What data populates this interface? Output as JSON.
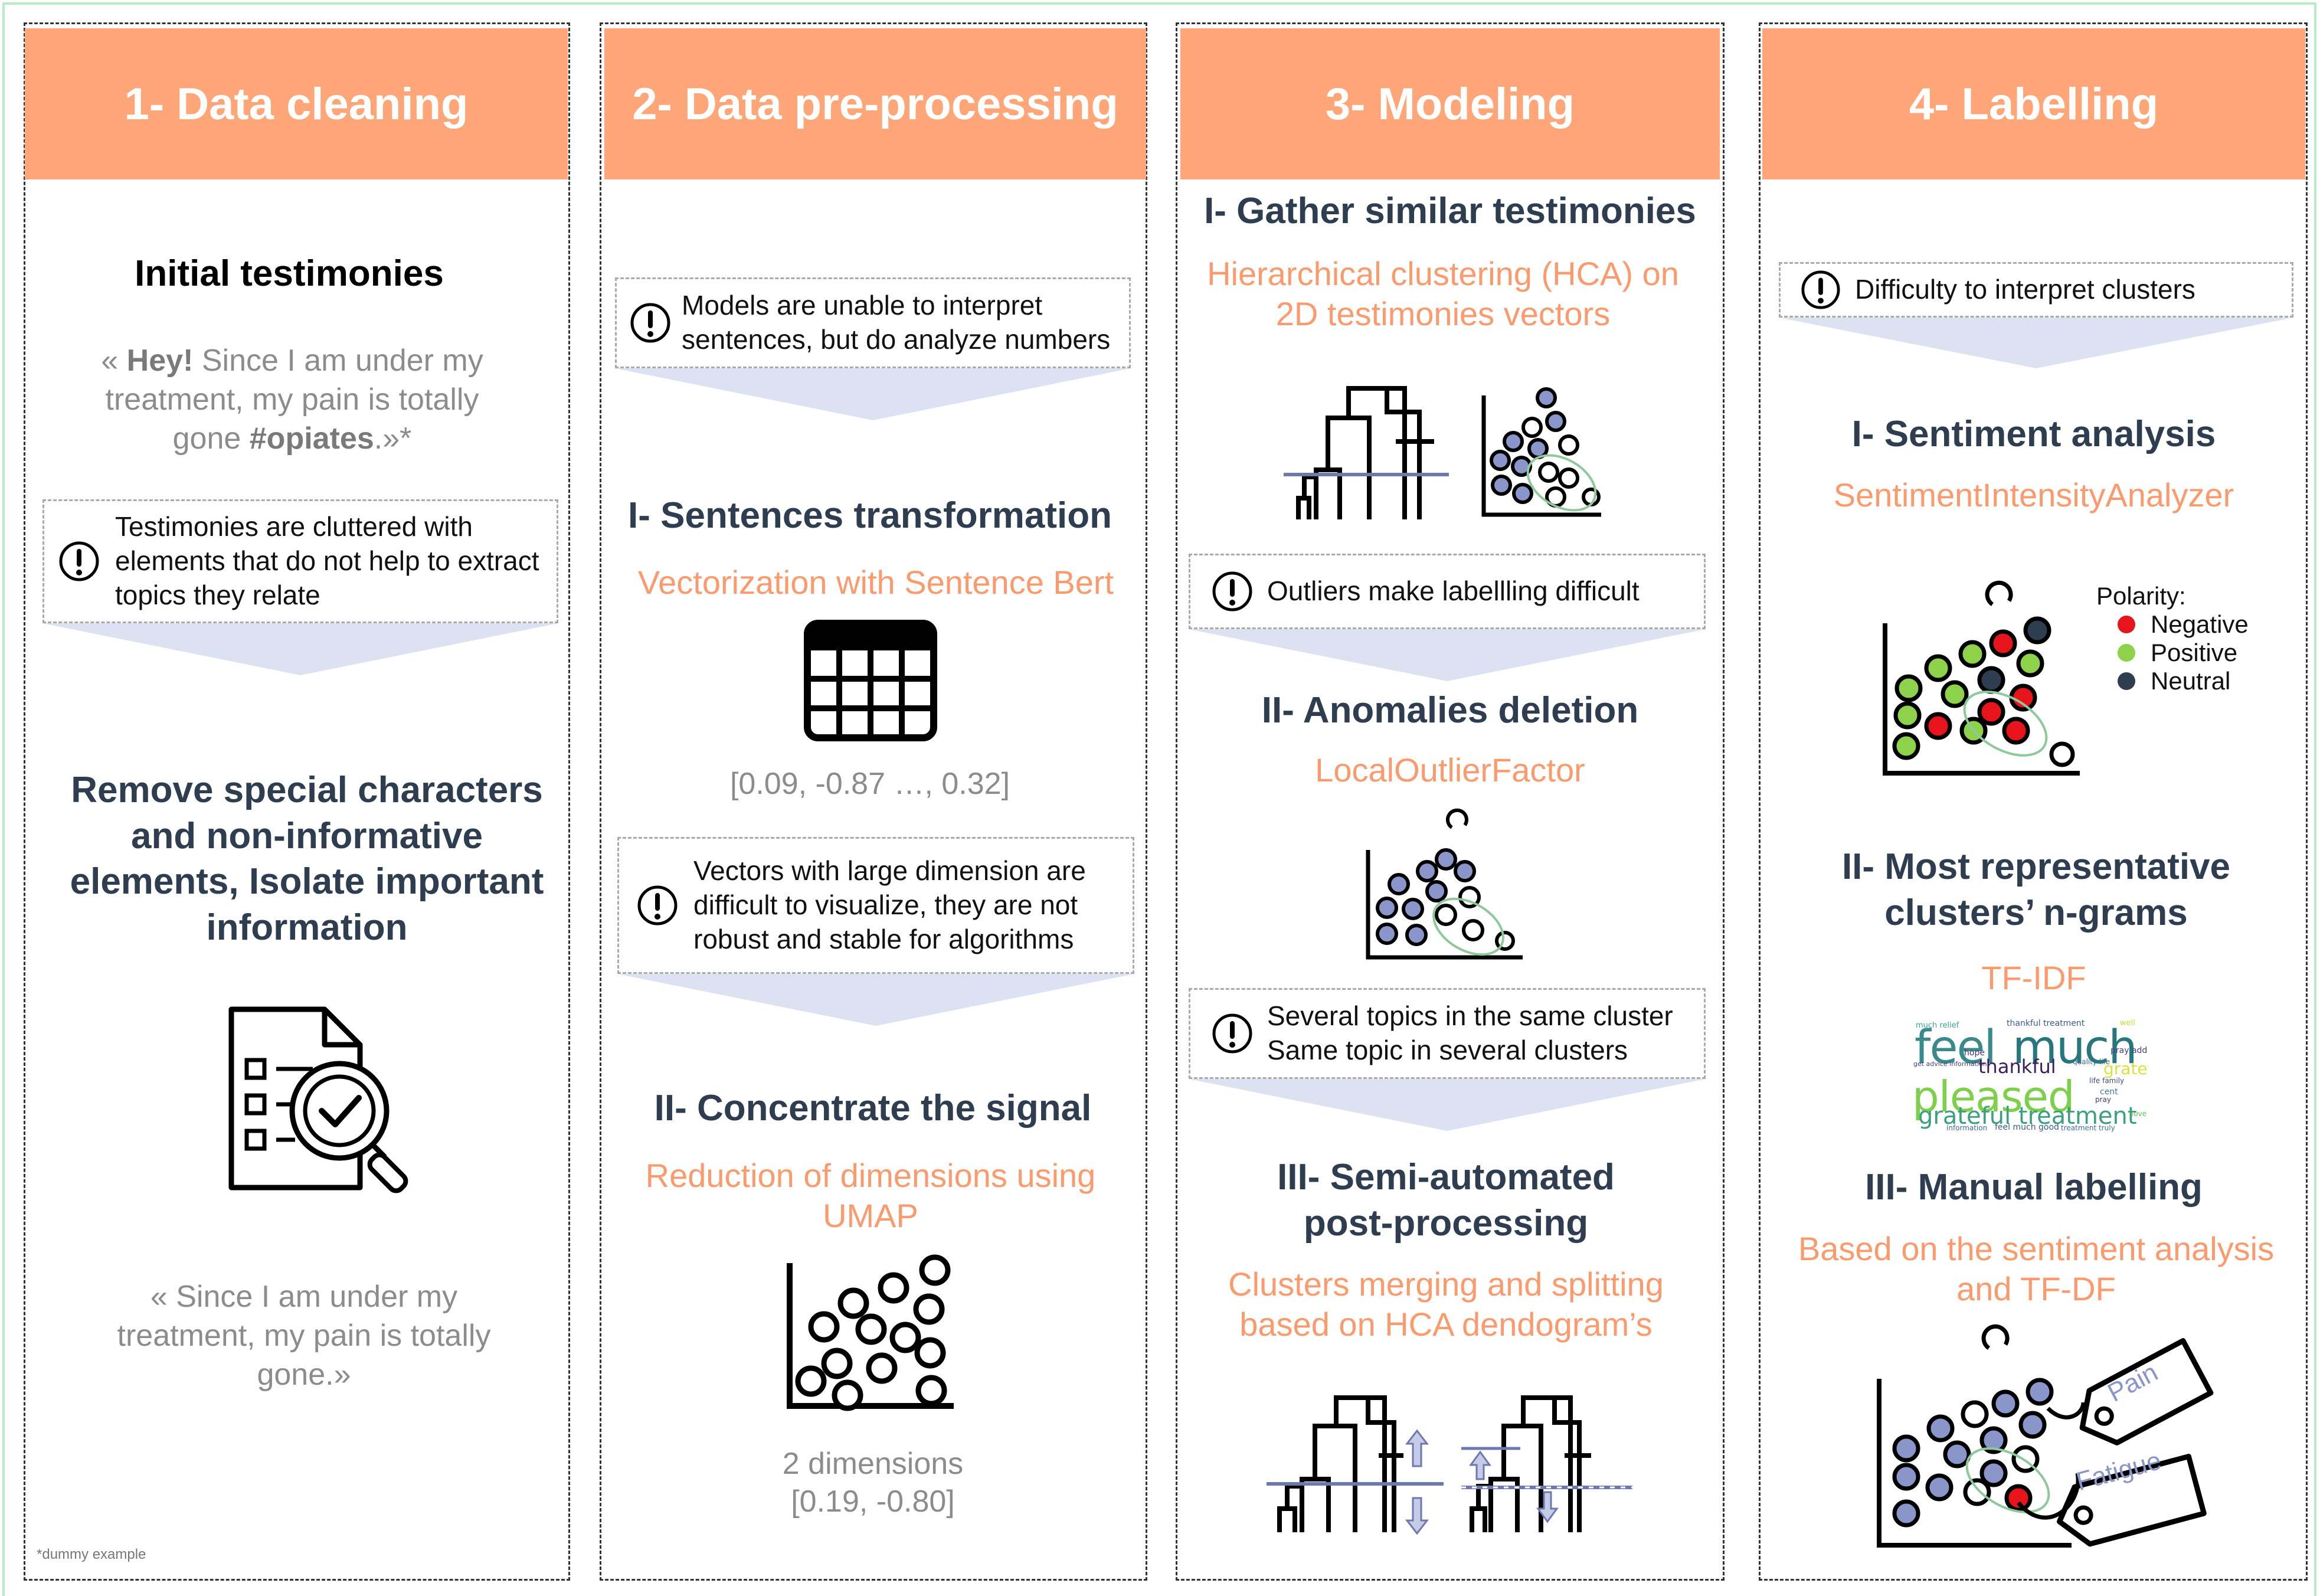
{
  "columns": [
    {
      "title": "1- Data cleaning"
    },
    {
      "title": "2- Data pre-processing"
    },
    {
      "title": "3- Modeling"
    },
    {
      "title": "4- Labelling"
    }
  ],
  "col1": {
    "initial_title": "Initial testimonies",
    "quote_open": "« ",
    "quote_hey": "Hey!",
    "quote_mid": " Since I am under my treatment, my pain is totally gone ",
    "quote_tag": "#opiates",
    "quote_close": ".»*",
    "warning": "Testimonies are cluttered with elements that do not help to extract topics they relate",
    "step_title": "Remove special characters and non-informative elements, Isolate important information",
    "clean_quote": "« Since I am under my treatment, my pain is totally gone.»",
    "footnote": "*dummy example"
  },
  "col2": {
    "warning1": "Models are unable to interpret sentences, but do analyze numbers",
    "step1_title": "I- Sentences transformation",
    "step1_method": "Vectorization with Sentence Bert",
    "vector_example": "[0.09, -0.87 …, 0.32]",
    "warning2": "Vectors with large dimension are difficult to visualize, they are not robust and stable for algorithms",
    "step2_title": "II- Concentrate the signal",
    "step2_method": "Reduction of dimensions using UMAP",
    "dims_label": "2 dimensions",
    "dims_example": "[0.19, -0.80]"
  },
  "col3": {
    "step1_title": "I- Gather similar testimonies",
    "step1_method": "Hierarchical clustering (HCA) on 2D testimonies vectors",
    "warning1": "Outliers make labellling difficult",
    "step2_title": "II- Anomalies deletion",
    "step2_method": "LocalOutlierFactor",
    "warning2": "Several topics in the same cluster Same topic in several clusters",
    "step3_title": "III- Semi-automated post-processing",
    "step3_method": "Clusters merging and splitting based on HCA dendogram’s"
  },
  "col4": {
    "warning": "Difficulty to interpret clusters",
    "step1_title": "I- Sentiment analysis",
    "step1_method": "SentimentIntensityAnalyzer",
    "legend_title": "Polarity:",
    "legend": [
      {
        "label": "Negative",
        "color": "#e8141b"
      },
      {
        "label": "Positive",
        "color": "#8ed14b"
      },
      {
        "label": "Neutral",
        "color": "#2e3e50"
      }
    ],
    "step2_title": "II- Most representative clusters’ n-grams",
    "step2_method": "TF-IDF",
    "wordcloud": {
      "big": [
        "feel",
        "much",
        "pleased",
        "grateful treatment",
        "thankful"
      ],
      "small": [
        "much relief",
        "thankful treatment",
        "get advice information",
        "hope",
        "quality life",
        "pray add",
        "life family",
        "cent",
        "pray",
        "information",
        "feel much good",
        "treatment truly",
        "grateful",
        "well",
        "love"
      ]
    },
    "step3_title": "III- Manual labelling",
    "step3_method": "Based on the sentiment analysis and TF-DF",
    "tag1": "Pain",
    "tag2": "Fatigue"
  },
  "colors": {
    "header": "#ffa679",
    "accent_text": "#fb9a6d",
    "title_text": "#2e3e50",
    "chevron": "#dde2f2",
    "point_fill": "#8a95c9"
  }
}
